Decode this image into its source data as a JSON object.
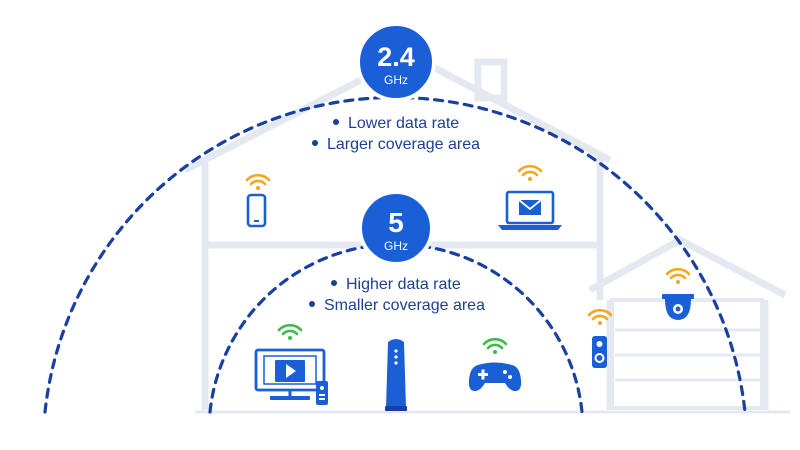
{
  "bands": {
    "band_24": {
      "number": "2.4",
      "unit": "GHz",
      "bullets": [
        "Lower data rate",
        "Larger coverage area"
      ]
    },
    "band_5": {
      "number": "5",
      "unit": "GHz",
      "bullets": [
        "Higher data rate",
        "Smaller coverage area"
      ]
    }
  },
  "colors": {
    "primary_blue": "#1a5fd6",
    "dark_blue": "#1a3fa0",
    "text_blue": "#1e3f93",
    "house_line": "#e4e9f2",
    "wifi_orange": "#f5a623",
    "wifi_green": "#3dbb48"
  },
  "icons": {
    "devices": [
      "smartphone-icon",
      "laptop-mail-icon",
      "tv-icon",
      "router-icon",
      "gamepad-icon",
      "doorbell-icon",
      "security-camera-icon"
    ]
  }
}
